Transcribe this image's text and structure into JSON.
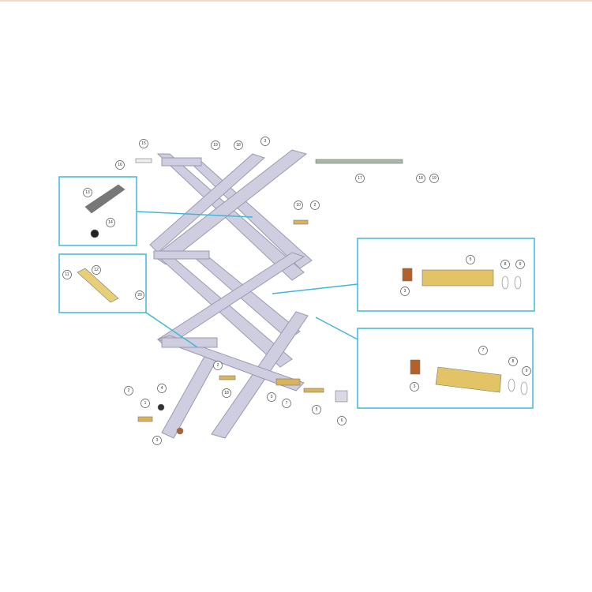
{
  "diagram": {
    "type": "exploded-parts-diagram",
    "colors": {
      "frame": "#c9c8dc",
      "brass": "#d9b35a",
      "bronze": "#b0622a",
      "detail_box": "#3fb8d8"
    },
    "callouts": [
      {
        "id": "c1",
        "text": "15"
      },
      {
        "id": "c2",
        "text": "16"
      },
      {
        "id": "c3",
        "text": "19"
      },
      {
        "id": "c4",
        "text": "18"
      },
      {
        "id": "c5",
        "text": "3"
      },
      {
        "id": "c6",
        "text": "17"
      },
      {
        "id": "c7",
        "text": "18"
      },
      {
        "id": "c8",
        "text": "19"
      },
      {
        "id": "c9",
        "text": "13"
      },
      {
        "id": "c10",
        "text": "14"
      },
      {
        "id": "c11",
        "text": "10"
      },
      {
        "id": "c12",
        "text": "2"
      },
      {
        "id": "c13",
        "text": "12"
      },
      {
        "id": "c14",
        "text": "11"
      },
      {
        "id": "c15",
        "text": "20"
      },
      {
        "id": "c16",
        "text": "5"
      },
      {
        "id": "c17",
        "text": "8"
      },
      {
        "id": "c18",
        "text": "9"
      },
      {
        "id": "c19",
        "text": "3"
      },
      {
        "id": "c20",
        "text": "7"
      },
      {
        "id": "c21",
        "text": "8"
      },
      {
        "id": "c22",
        "text": "9"
      },
      {
        "id": "c23",
        "text": "3"
      },
      {
        "id": "c24",
        "text": "2"
      },
      {
        "id": "c25",
        "text": "18"
      },
      {
        "id": "c26",
        "text": "3"
      },
      {
        "id": "c27",
        "text": "7"
      },
      {
        "id": "c28",
        "text": "5"
      },
      {
        "id": "c29",
        "text": "6"
      },
      {
        "id": "c30",
        "text": "2"
      },
      {
        "id": "c31",
        "text": "1"
      },
      {
        "id": "c32",
        "text": "4"
      },
      {
        "id": "c33",
        "text": "3"
      }
    ]
  }
}
